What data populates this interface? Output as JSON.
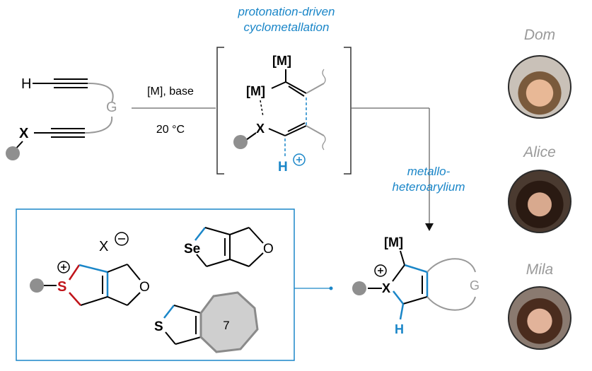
{
  "reaction": {
    "conditions_top": "[M], base",
    "conditions_bottom": "20 °C",
    "top_label_line1": "protonation-driven",
    "top_label_line2": "cyclometallation",
    "side_label_line1": "metallo-",
    "side_label_line2": "heteroarylium"
  },
  "atoms": {
    "h": "H",
    "x": "X",
    "g": "G",
    "m": "[M]",
    "h_plus": "H",
    "s": "S",
    "se": "Se",
    "o": "O",
    "x_minus": "X",
    "ring_size": "7"
  },
  "people": [
    {
      "name": "Dom"
    },
    {
      "name": "Alice"
    },
    {
      "name": "Mila"
    }
  ],
  "colors": {
    "accent_blue": "#1a86c8",
    "sulfur_red": "#c0141a",
    "label_gray": "#9a9a9a"
  }
}
